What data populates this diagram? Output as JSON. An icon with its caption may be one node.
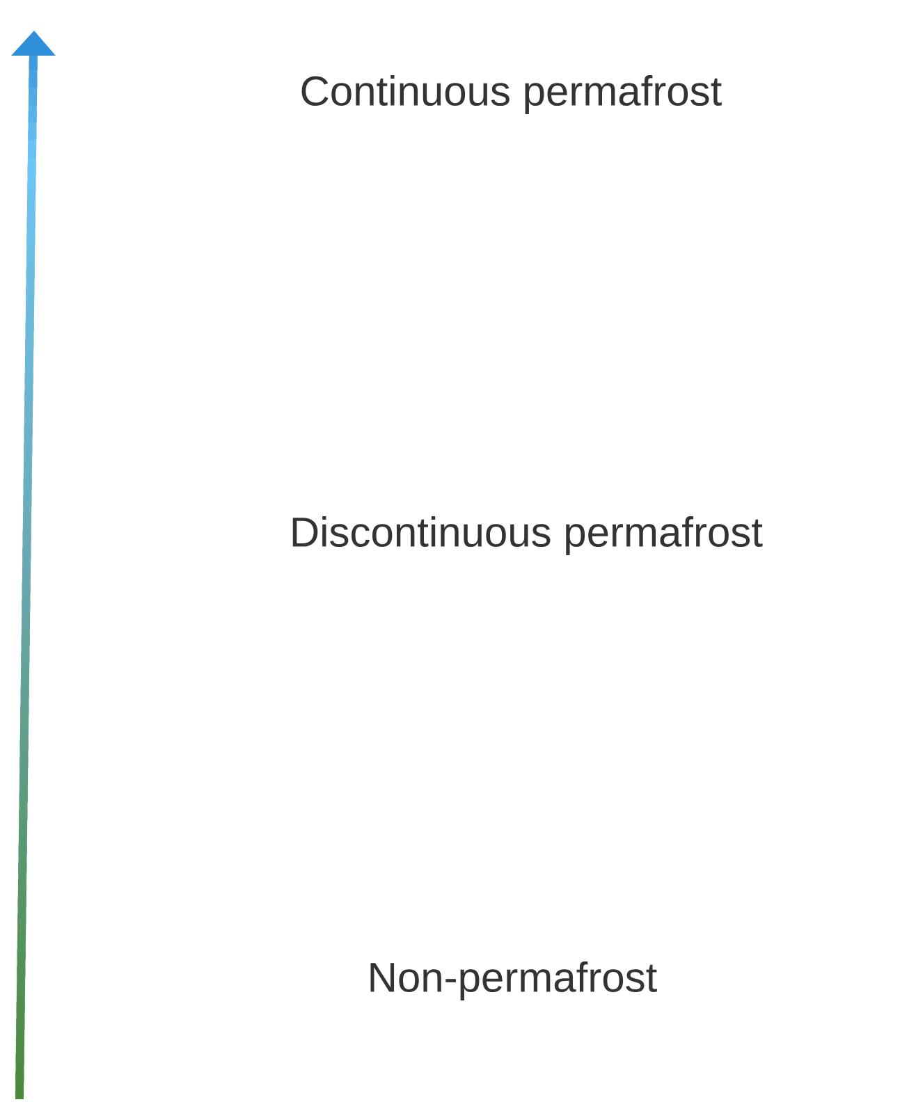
{
  "diagram": {
    "labels": [
      "Continuous permafrost",
      "Discontinuous permafrost",
      "Non-permafrost"
    ]
  }
}
